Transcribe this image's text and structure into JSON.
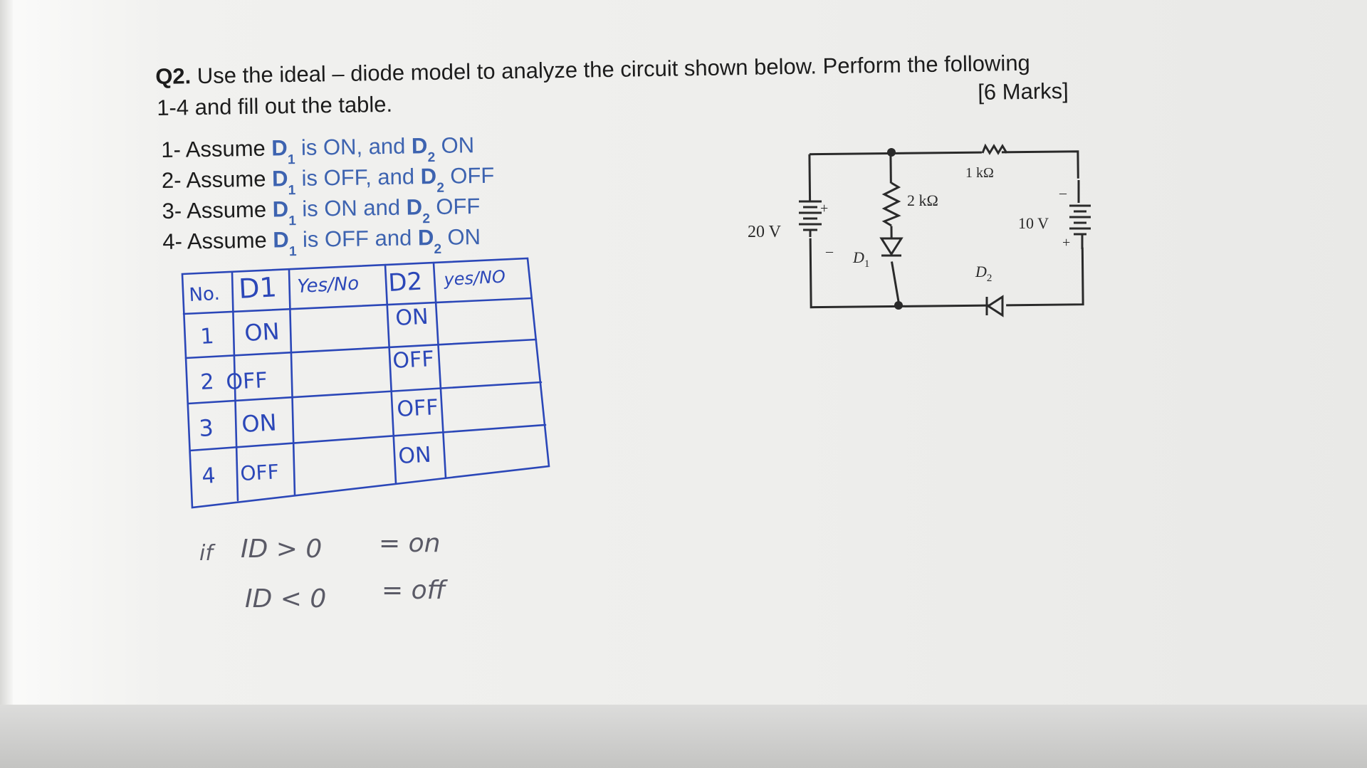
{
  "question": {
    "number": "Q2.",
    "text_line1": "Use the ideal – diode model to analyze the circuit shown below. Perform the following",
    "text_line2": "1-4 and fill out the table.",
    "marks": "[6 Marks]"
  },
  "steps": [
    {
      "prefix": "1- Assume",
      "d1": "D",
      "d1_sub": "1",
      "d1_state": "is ON, and",
      "d2": "D",
      "d2_sub": "2",
      "d2_state": "ON"
    },
    {
      "prefix": "2- Assume",
      "d1": "D",
      "d1_sub": "1",
      "d1_state": "is OFF, and",
      "d2": "D",
      "d2_sub": "2",
      "d2_state": "OFF"
    },
    {
      "prefix": "3- Assume",
      "d1": "D",
      "d1_sub": "1",
      "d1_state": "is ON and",
      "d2": "D",
      "d2_sub": "2",
      "d2_state": "OFF"
    },
    {
      "prefix": "4- Assume",
      "d1": "D",
      "d1_sub": "1",
      "d1_state": "is OFF and",
      "d2": "D",
      "d2_sub": "2",
      "d2_state": "ON"
    }
  ],
  "circuit": {
    "source_left": "20 V",
    "source_right": "10 V",
    "resistor_mid": "2 kΩ",
    "resistor_top": "1 kΩ",
    "diode1": "D",
    "diode1_sub": "1",
    "diode2": "D",
    "diode2_sub": "2",
    "plus": "+",
    "minus": "–"
  },
  "handwritten_table": {
    "headers": [
      "No.",
      "D1",
      "Yes/No",
      "D2",
      "yes/NO"
    ],
    "rows": [
      [
        "1",
        "ON",
        "",
        "ON",
        ""
      ],
      [
        "2",
        "OFF",
        "",
        "OFF",
        ""
      ],
      [
        "3",
        "ON",
        "",
        "OFF",
        ""
      ],
      [
        "4",
        "OFF",
        "",
        "ON",
        ""
      ]
    ]
  },
  "handwritten_note": {
    "prefix": "if",
    "line1_left": "ID > 0",
    "line1_right": "= on",
    "line2_left": "ID < 0",
    "line2_right": "= off"
  },
  "colors": {
    "ink_blue": "#2b47b8",
    "print_blue": "#3d63b0",
    "note_ink": "#5a5a66"
  }
}
